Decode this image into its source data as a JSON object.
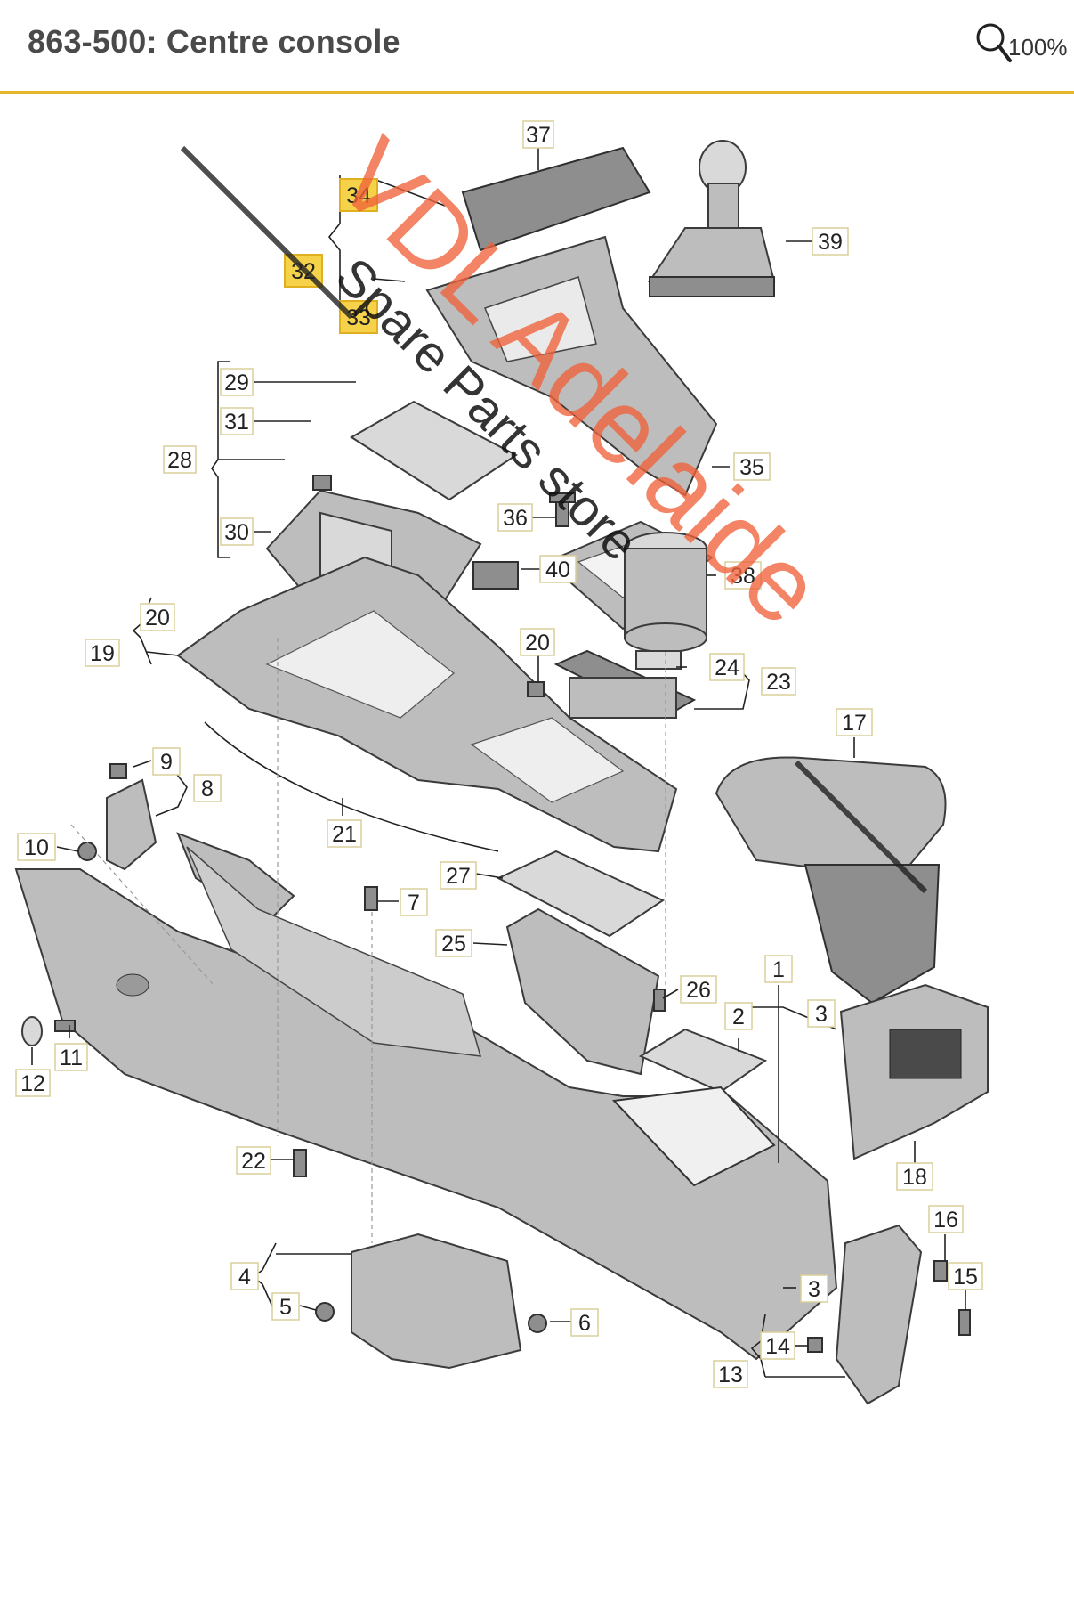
{
  "header": {
    "title": "863-500: Centre console",
    "zoom_label": "100%",
    "icon": "magnifier-icon",
    "accent_color": "#e4b72e"
  },
  "watermark": {
    "line1": "VDL Adelaide",
    "line2": "Spare Parts store",
    "color": "#f0623a"
  },
  "callouts": {
    "c1": "1",
    "c2": "2",
    "c3": "3",
    "c3b": "3",
    "c4": "4",
    "c5": "5",
    "c6": "6",
    "c7": "7",
    "c8": "8",
    "c9": "9",
    "c10": "10",
    "c11": "11",
    "c12": "12",
    "c13": "13",
    "c14": "14",
    "c15": "15",
    "c16": "16",
    "c17": "17",
    "c18": "18",
    "c19": "19",
    "c20a": "20",
    "c20b": "20",
    "c21": "21",
    "c22": "22",
    "c23": "23",
    "c24": "24",
    "c25": "25",
    "c26": "26",
    "c27": "27",
    "c28": "28",
    "c29": "29",
    "c30": "30",
    "c31": "31",
    "c32": "32",
    "c33": "33",
    "c34": "34",
    "c35": "35",
    "c36": "36",
    "c37": "37",
    "c38": "38",
    "c39": "39",
    "c40": "40"
  },
  "highlighted_callouts": [
    "32",
    "33",
    "34"
  ]
}
